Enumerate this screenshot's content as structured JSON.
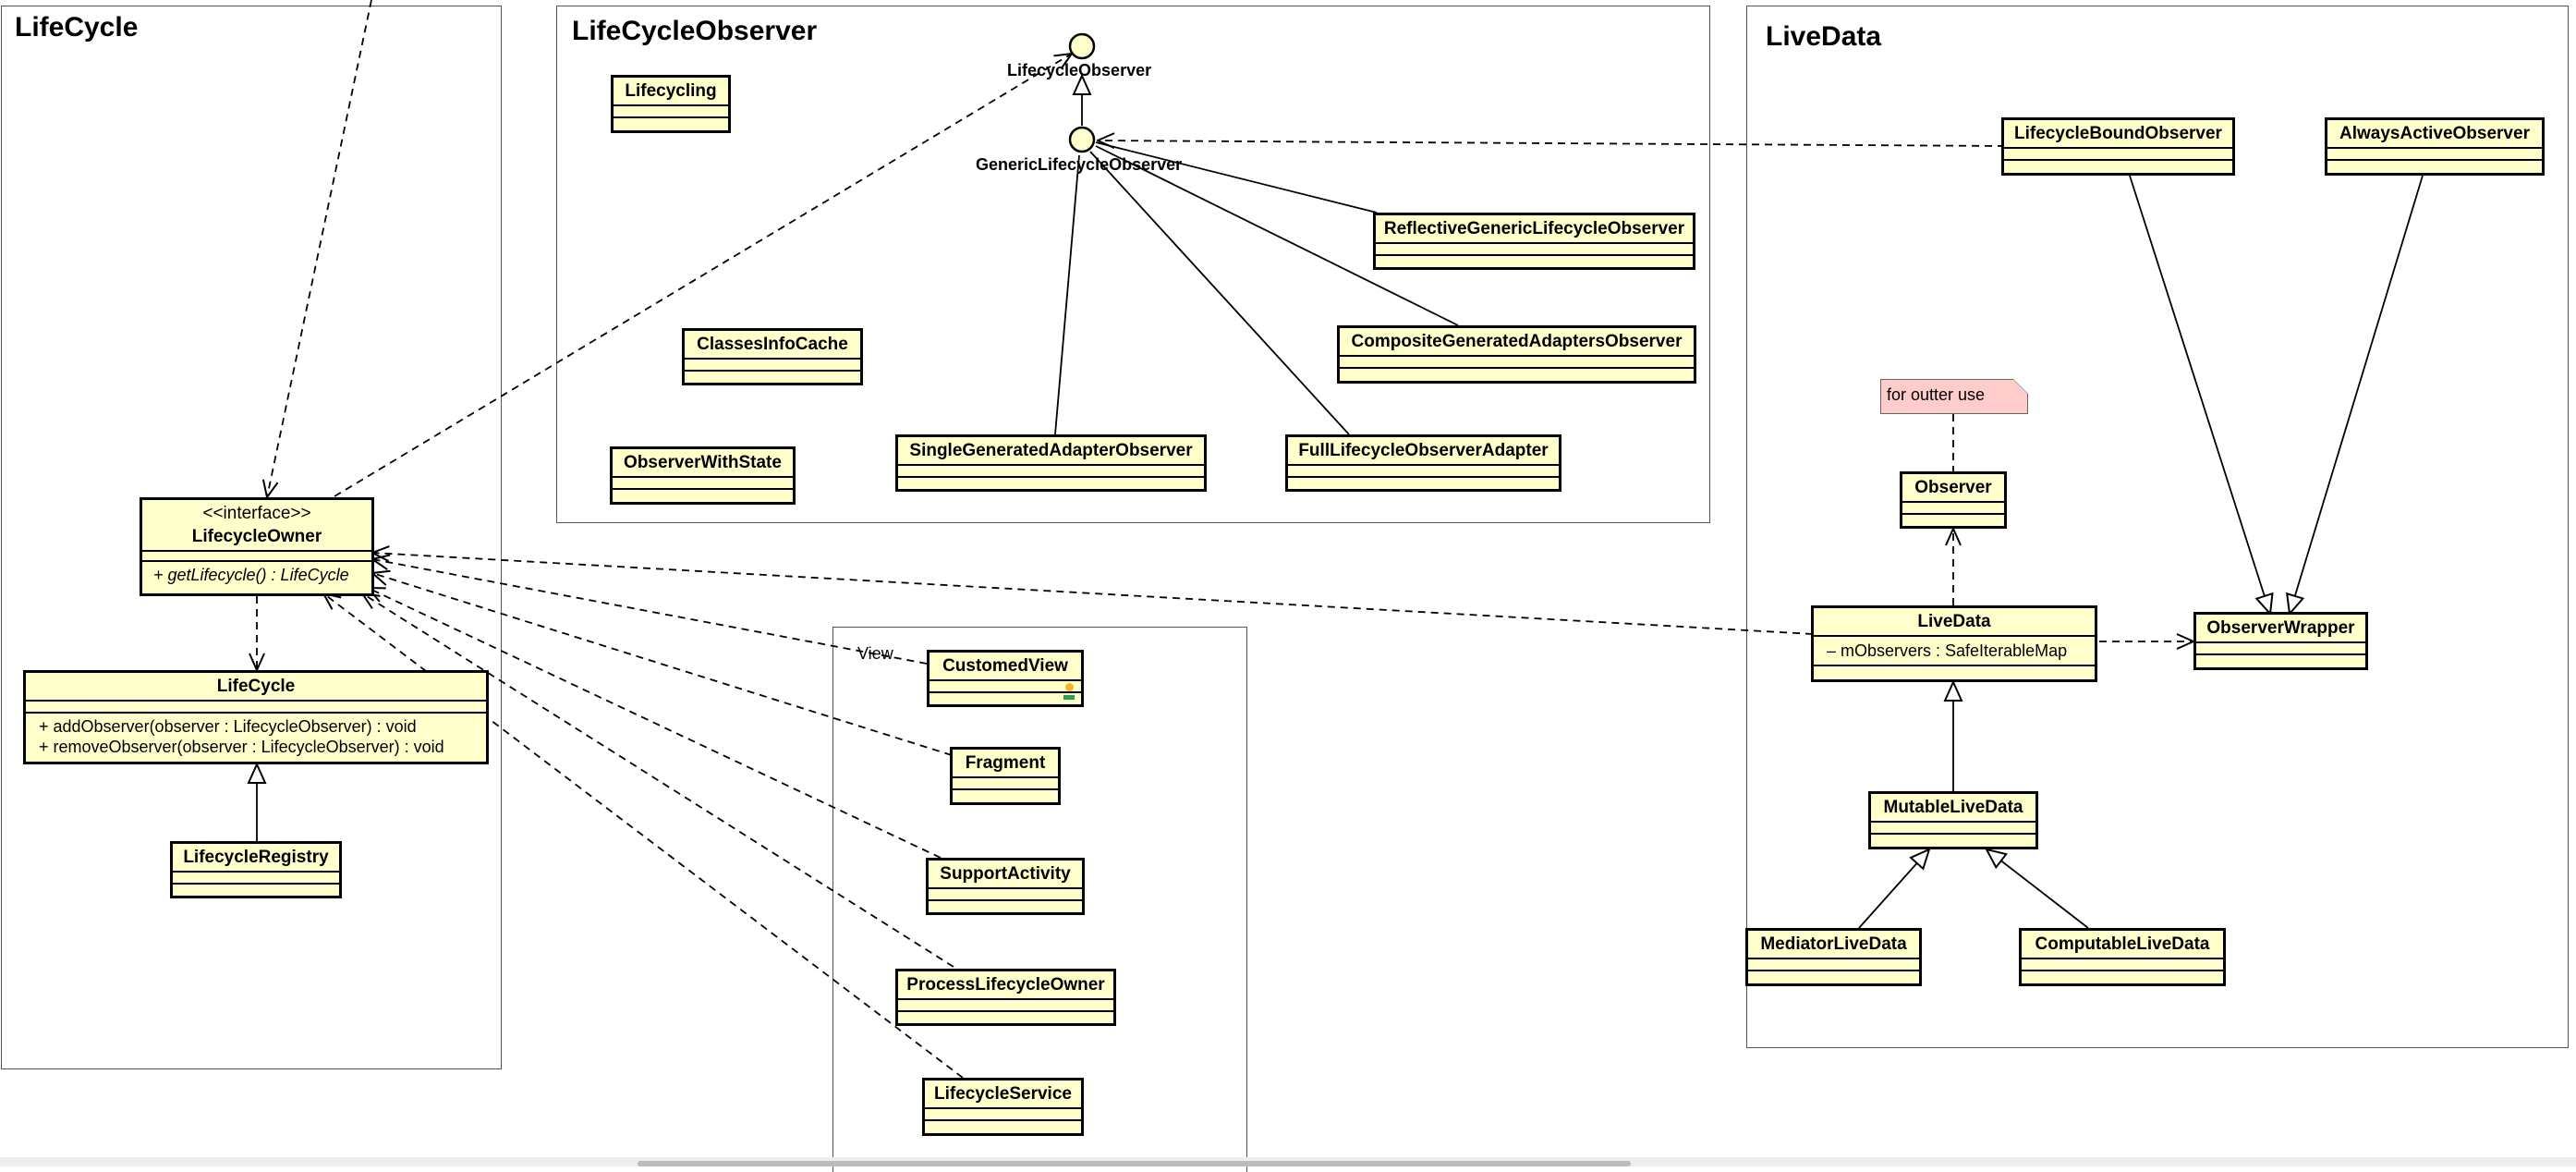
{
  "packages": {
    "lifecycle": {
      "title": "LifeCycle"
    },
    "lifecycle_observer": {
      "title": "LifeCycleObserver"
    },
    "livedata": {
      "title": "LiveData"
    },
    "view": {
      "title": "View"
    }
  },
  "interfaces": {
    "lifecycle_observer": "LifecycleObserver",
    "generic_lifecycle_observer": "GenericLifecycleObserver"
  },
  "classes": {
    "lifecycle_owner": {
      "stereotype": "<<interface>>",
      "name": "LifecycleOwner",
      "method": "+ getLifecycle() : LifeCycle"
    },
    "lifecycle": {
      "name": "LifeCycle",
      "methods": [
        "+ addObserver(observer : LifecycleObserver) : void",
        "+ removeObserver(observer : LifecycleObserver) : void"
      ]
    },
    "lifecycle_registry": {
      "name": "LifecycleRegistry"
    },
    "lifecycling": {
      "name": "Lifecycling"
    },
    "classes_info_cache": {
      "name": "ClassesInfoCache"
    },
    "observer_with_state": {
      "name": "ObserverWithState"
    },
    "single_generated_adapter_observer": {
      "name": "SingleGeneratedAdapterObserver"
    },
    "full_lifecycle_observer_adapter": {
      "name": "FullLifecycleObserverAdapter"
    },
    "reflective_generic_lifecycle_observer": {
      "name": "ReflectiveGenericLifecycleObserver"
    },
    "composite_generated_adapters_observer": {
      "name": "CompositeGeneratedAdaptersObserver"
    },
    "customed_view": {
      "name": "CustomedView"
    },
    "fragment": {
      "name": "Fragment"
    },
    "support_activity": {
      "name": "SupportActivity"
    },
    "process_lifecycle_owner": {
      "name": "ProcessLifecycleOwner"
    },
    "lifecycle_service": {
      "name": "LifecycleService"
    },
    "lifecycle_bound_observer": {
      "name": "LifecycleBoundObserver"
    },
    "always_active_observer": {
      "name": "AlwaysActiveObserver"
    },
    "observer": {
      "name": "Observer"
    },
    "livedata": {
      "name": "LiveData",
      "attribute": "– mObservers : SafeIterableMap"
    },
    "observer_wrapper": {
      "name": "ObserverWrapper"
    },
    "mutable_livedata": {
      "name": "MutableLiveData"
    },
    "mediator_livedata": {
      "name": "MediatorLiveData"
    },
    "computable_livedata": {
      "name": "ComputableLiveData"
    }
  },
  "note": {
    "text": "for outter use"
  },
  "colors": {
    "class_fill": "#ffffcc",
    "note_fill": "#ffcccc",
    "line": "#000000"
  }
}
